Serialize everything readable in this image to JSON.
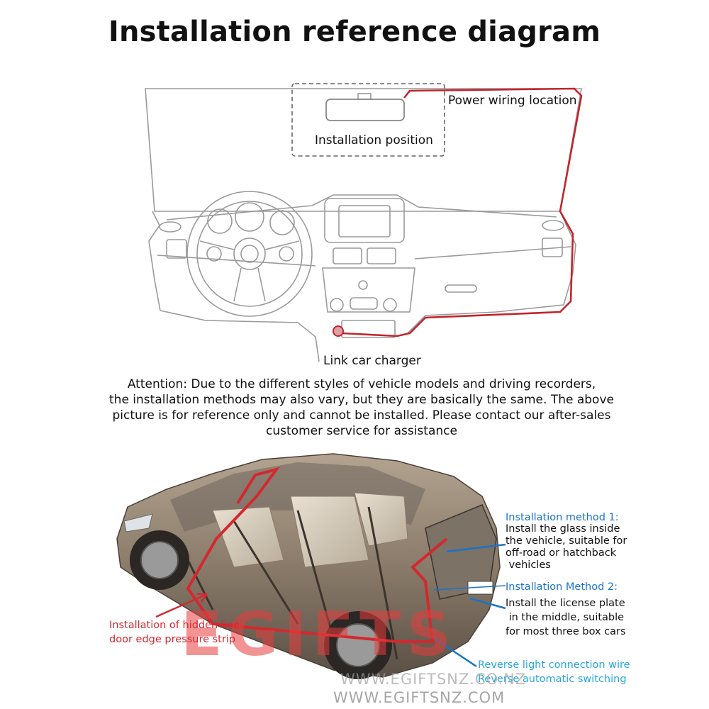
{
  "title": "Installation reference diagram",
  "dashboard_labels": {
    "power_wiring": "Power wiring location",
    "installation_position": "Installation position",
    "link_car_charger": "Link car charger"
  },
  "attention_lines": [
    "Attention: Due to the different styles of vehicle models and driving recorders,",
    "the installation methods may also vary, but they are basically the same. The above",
    "picture is for reference only and cannot be installed. Please contact our after-sales",
    "customer service for assistance"
  ],
  "method1": {
    "heading": "Installation method 1:",
    "lines": [
      "Install the glass inside",
      "the vehicle, suitable for",
      "off-road or hatchback",
      " vehicles"
    ]
  },
  "method2": {
    "heading": "Installation Method 2:",
    "lines": [
      "Install the license plate",
      " in the middle, suitable",
      "for most three box cars"
    ]
  },
  "hidden_line": [
    "Installation of hidden line",
    "door edge pressure strip"
  ],
  "reverse": [
    "Reverse light connection wire",
    "Reverse automatic switching"
  ],
  "watermark": {
    "brand": "EGIFTS",
    "url1": "WWW.EGIFTSNZ.CO.NZ",
    "url2": "WWW.EGIFTSNZ.COM"
  },
  "colors": {
    "wire_red": "#c0262d",
    "callout_blue": "#1a73c8",
    "car_body": "#8a7b6a"
  }
}
